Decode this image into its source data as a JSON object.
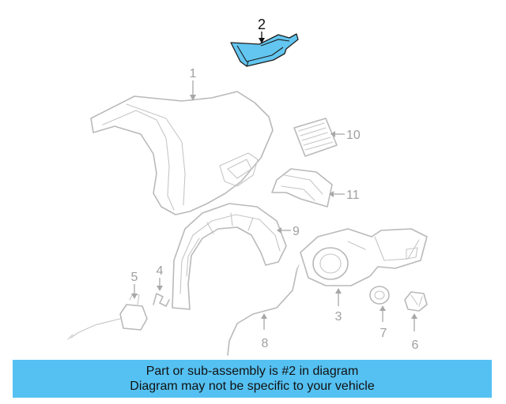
{
  "callouts": {
    "c1": "1",
    "c2": "2",
    "c3": "3",
    "c4": "4",
    "c5": "5",
    "c6": "6",
    "c7": "7",
    "c8": "8",
    "c9": "9",
    "c10": "10",
    "c11": "11"
  },
  "highlighted_part": "2",
  "colors": {
    "highlight": "#63c6f0",
    "banner": "#55c1f2",
    "outline": "#b9b9b9"
  },
  "banner": {
    "line1": "Part or sub-assembly is #2 in diagram",
    "line2": "Diagram may not be specific to your vehicle"
  }
}
